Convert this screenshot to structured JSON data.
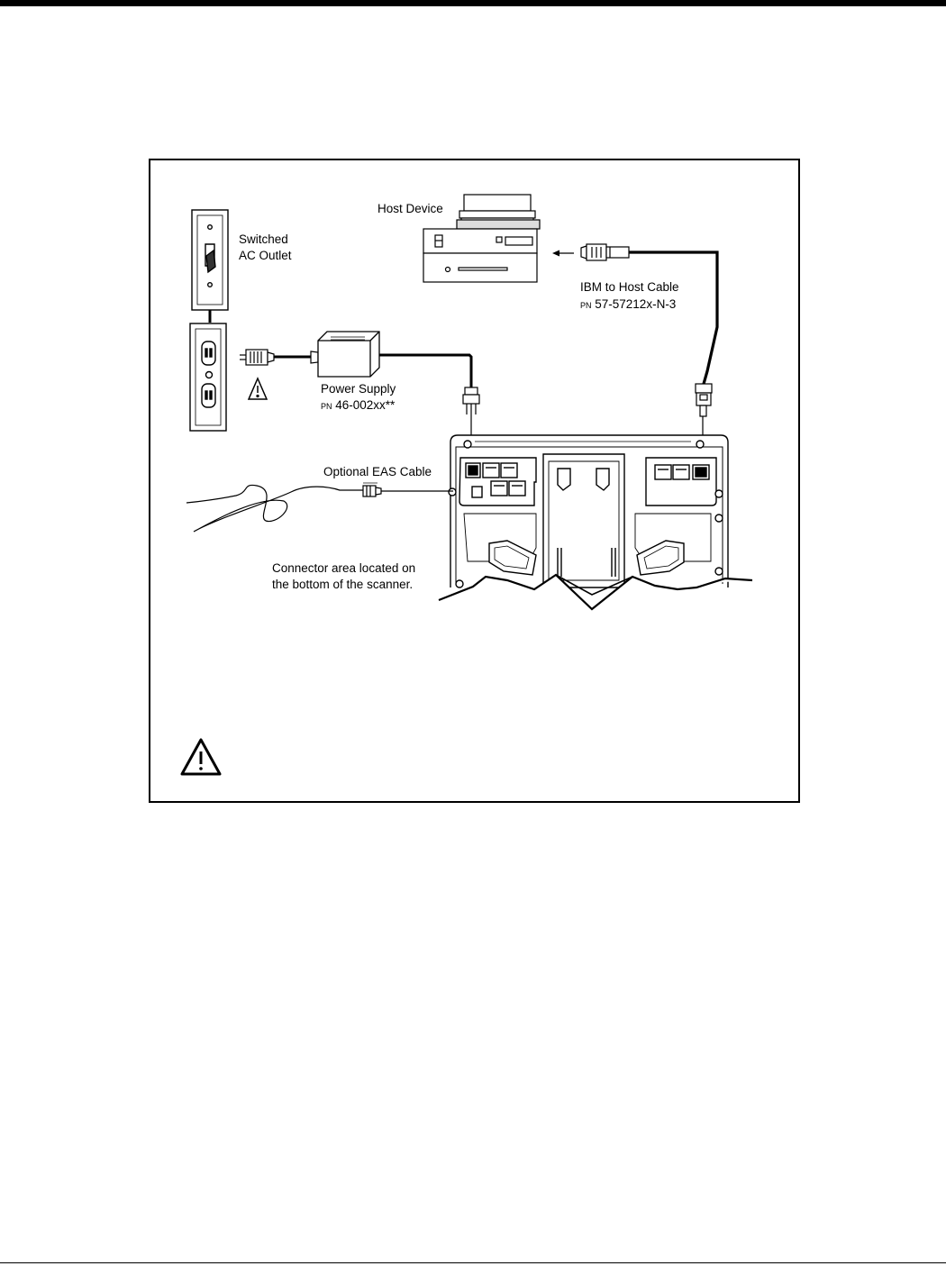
{
  "labels": {
    "host_device": "Host Device",
    "switched_outlet_line1": "Switched",
    "switched_outlet_line2": "AC Outlet",
    "ibm_cable_title": "IBM to Host Cable",
    "ibm_cable_pn_prefix": "PN",
    "ibm_cable_pn": " 57-57212x-N-3",
    "power_supply_title": "Power Supply",
    "power_supply_pn_prefix": "PN",
    "power_supply_pn": " 46-002xx**",
    "eas_cable": "Optional EAS Cable",
    "connector_note_line1": "Connector area located on",
    "connector_note_line2": "the bottom of the scanner."
  },
  "icons": [
    "wall-switch-icon",
    "wall-outlet-icon",
    "power-plug-icon",
    "power-supply-icon",
    "host-computer-icon",
    "cable-connector-icon",
    "scanner-bottom-icon",
    "warning-icon"
  ],
  "colors": {
    "line": "#000000",
    "background": "#ffffff"
  }
}
